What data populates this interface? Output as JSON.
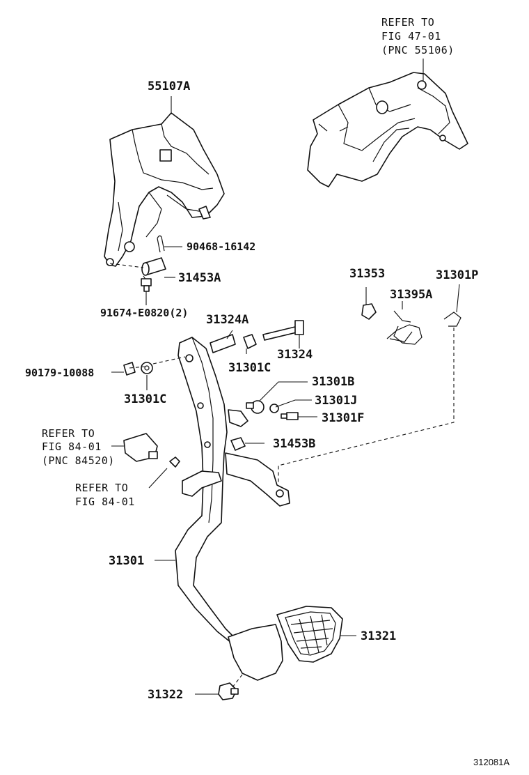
{
  "diagram": {
    "labels": {
      "l55107a": "55107A",
      "l90468": "90468-16142",
      "l31453a": "31453A",
      "l91674": "91674-E0820(2)",
      "l31324a": "31324A",
      "l31324": "31324",
      "l31301c_a": "31301C",
      "l90179": "90179-10088",
      "l31301c_b": "31301C",
      "l31301b": "31301B",
      "l31301j": "31301J",
      "l31301f": "31301F",
      "l31453b": "31453B",
      "l31353": "31353",
      "l31395a": "31395A",
      "l31301p": "31301P",
      "l31301": "31301",
      "l31321": "31321",
      "l31322": "31322"
    },
    "refs": {
      "top_1": "REFER TO",
      "top_2": "FIG 47-01",
      "top_3": "(PNC 55106)",
      "sw_1": "REFER TO",
      "sw_2": "FIG 84-01",
      "sw_3": "(PNC 84520)",
      "nut_1": "REFER TO",
      "nut_2": "FIG 84-01"
    },
    "figure_code": "312081A"
  }
}
